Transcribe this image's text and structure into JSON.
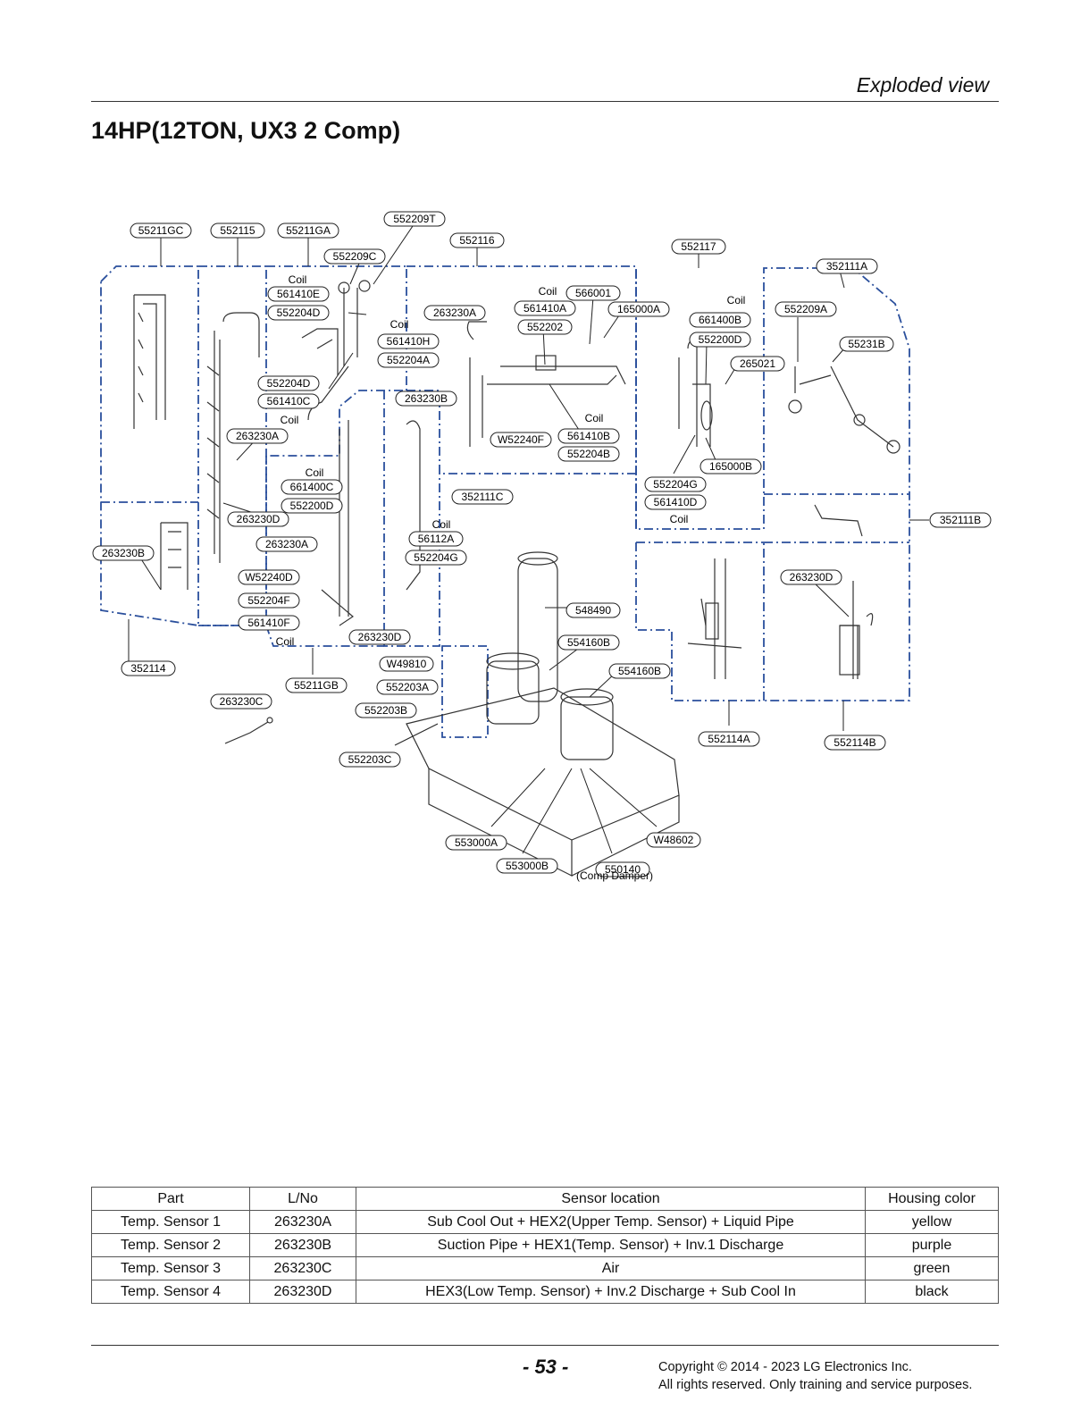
{
  "header": {
    "section_title": "Exploded view"
  },
  "page_heading": "14HP(12TON, UX3 2 Comp)",
  "diagram": {
    "tags": [
      {
        "id": "t1",
        "text": "55211GC"
      },
      {
        "id": "t2",
        "text": "552115"
      },
      {
        "id": "t3",
        "text": "55211GA"
      },
      {
        "id": "t4",
        "text": "552209T"
      },
      {
        "id": "t5",
        "text": "552116"
      },
      {
        "id": "t6",
        "text": "552209C"
      },
      {
        "id": "t7",
        "text": "552117"
      },
      {
        "id": "t8",
        "text": "352111A"
      },
      {
        "id": "t9",
        "text": "561410E"
      },
      {
        "id": "t10",
        "text": "552204D"
      },
      {
        "id": "t11",
        "text": "561410H"
      },
      {
        "id": "t12",
        "text": "552204A"
      },
      {
        "id": "t13",
        "text": "263230A"
      },
      {
        "id": "t14",
        "text": "561410A"
      },
      {
        "id": "t15",
        "text": "566001"
      },
      {
        "id": "t16",
        "text": "165000A"
      },
      {
        "id": "t17",
        "text": "552202"
      },
      {
        "id": "t18",
        "text": "661400B"
      },
      {
        "id": "t19",
        "text": "552200D"
      },
      {
        "id": "t20",
        "text": "552209A"
      },
      {
        "id": "t21",
        "text": "55231B"
      },
      {
        "id": "t22",
        "text": "265021"
      },
      {
        "id": "t23",
        "text": "552204D"
      },
      {
        "id": "t24",
        "text": "561410C"
      },
      {
        "id": "t25",
        "text": "263230B"
      },
      {
        "id": "t26",
        "text": "263230A"
      },
      {
        "id": "t27",
        "text": "W52240F"
      },
      {
        "id": "t28",
        "text": "561410B"
      },
      {
        "id": "t29",
        "text": "552204B"
      },
      {
        "id": "t30",
        "text": "165000B"
      },
      {
        "id": "t31",
        "text": "661400C"
      },
      {
        "id": "t32",
        "text": "552200D"
      },
      {
        "id": "t33",
        "text": "352111C"
      },
      {
        "id": "t34",
        "text": "552204G"
      },
      {
        "id": "t35",
        "text": "561410D"
      },
      {
        "id": "t36",
        "text": "263230D"
      },
      {
        "id": "t37",
        "text": "56112A"
      },
      {
        "id": "t38",
        "text": "552204G"
      },
      {
        "id": "t39",
        "text": "352111B"
      },
      {
        "id": "t40",
        "text": "263230B"
      },
      {
        "id": "t41",
        "text": "263230A"
      },
      {
        "id": "t42",
        "text": "W52240D"
      },
      {
        "id": "t43",
        "text": "263230D"
      },
      {
        "id": "t44",
        "text": "552204F"
      },
      {
        "id": "t45",
        "text": "548490"
      },
      {
        "id": "t46",
        "text": "561410F"
      },
      {
        "id": "t47",
        "text": "263230D"
      },
      {
        "id": "t48",
        "text": "554160B"
      },
      {
        "id": "t49",
        "text": "W49810"
      },
      {
        "id": "t50",
        "text": "554160B"
      },
      {
        "id": "t51",
        "text": "352114"
      },
      {
        "id": "t52",
        "text": "55211GB"
      },
      {
        "id": "t53",
        "text": "552203A"
      },
      {
        "id": "t54",
        "text": "263230C"
      },
      {
        "id": "t55",
        "text": "552203B"
      },
      {
        "id": "t56",
        "text": "552114A"
      },
      {
        "id": "t57",
        "text": "552114B"
      },
      {
        "id": "t58",
        "text": "552203C"
      },
      {
        "id": "t59",
        "text": "W48602"
      },
      {
        "id": "t60",
        "text": "553000A"
      },
      {
        "id": "t61",
        "text": "553000B"
      },
      {
        "id": "t62",
        "text": "550140"
      }
    ],
    "coil_label": "Coil",
    "comp_damper_note": "(Comp Damper)"
  },
  "sensor_table": {
    "headers": [
      "Part",
      "L/No",
      "Sensor location",
      "Housing color"
    ],
    "rows": [
      [
        "Temp. Sensor 1",
        "263230A",
        "Sub Cool Out + HEX2(Upper Temp. Sensor) + Liquid Pipe",
        "yellow"
      ],
      [
        "Temp. Sensor 2",
        "263230B",
        "Suction Pipe + HEX1(Temp. Sensor) + Inv.1  Discharge",
        "purple"
      ],
      [
        "Temp. Sensor 3",
        "263230C",
        "Air",
        "green"
      ],
      [
        "Temp. Sensor 4",
        "263230D",
        "HEX3(Low Temp. Sensor) + Inv.2  Discharge + Sub Cool In",
        "black"
      ]
    ]
  },
  "footer": {
    "page_number": "- 53 -",
    "copyright_line1": "Copyright © 2014 - 2023 LG Electronics Inc.",
    "copyright_line2": "All rights reserved. Only training and service purposes."
  }
}
